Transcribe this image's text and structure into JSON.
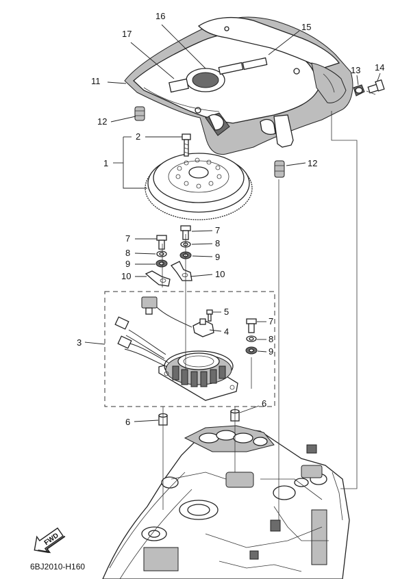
{
  "diagram": {
    "callouts": {
      "c1": "1",
      "c2": "2",
      "c3": "3",
      "c4": "4",
      "c5": "5",
      "c6a": "6",
      "c6b": "6",
      "c7a": "7",
      "c7b": "7",
      "c7c": "7",
      "c8a": "8",
      "c8b": "8",
      "c8c": "8",
      "c9a": "9",
      "c9b": "9",
      "c9c": "9",
      "c10a": "10",
      "c10b": "10",
      "c11": "11",
      "c12a": "12",
      "c12b": "12",
      "c13": "13",
      "c14": "14",
      "c15": "15",
      "c16": "16",
      "c17": "17"
    },
    "fwd_label": "FWD",
    "drawing_code": "6BJ2010-H160"
  }
}
